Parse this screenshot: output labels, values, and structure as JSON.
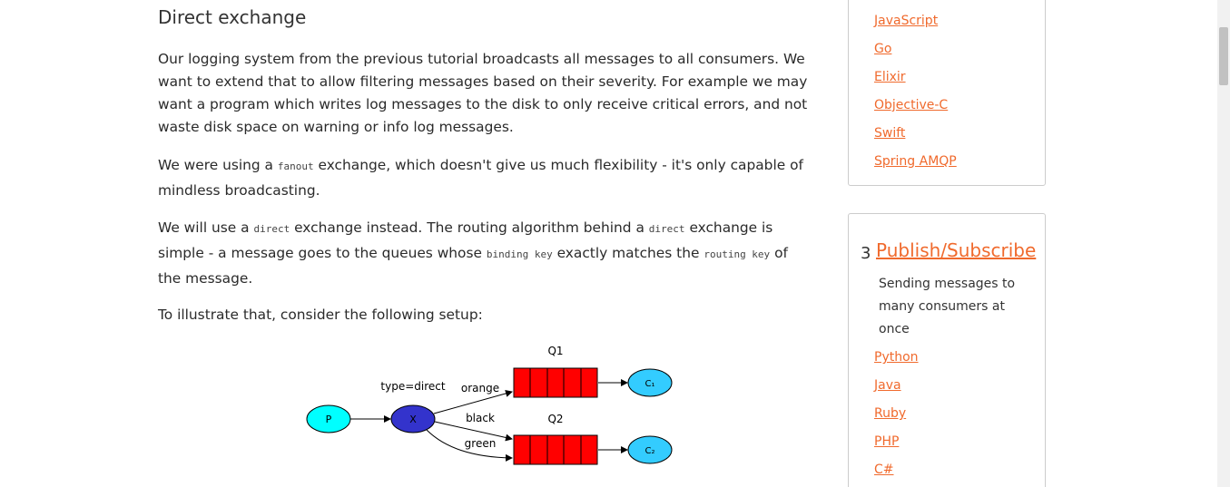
{
  "article": {
    "heading": "Direct exchange",
    "p1": "Our logging system from the previous tutorial broadcasts all messages to all consumers. We want to extend that to allow filtering messages based on their severity. For example we may want a program which writes log messages to the disk to only receive critical errors, and not waste disk space on warning or info log messages.",
    "p2_before": "We were using a ",
    "p2_code": "fanout",
    "p2_after": " exchange, which doesn't give us much flexibility - it's only capable of mindless broadcasting.",
    "p3_a": "We will use a ",
    "p3_code1": "direct",
    "p3_b": " exchange instead. The routing algorithm behind a ",
    "p3_code2": "direct",
    "p3_c": " exchange is simple - a message goes to the queues whose ",
    "p3_code3": "binding key",
    "p3_d": " exactly matches the ",
    "p3_code4": "routing key",
    "p3_e": " of the message.",
    "p4": "To illustrate that, consider the following setup:"
  },
  "diagram": {
    "producer": "P",
    "exchange": "X",
    "exchange_type": "type=direct",
    "queue1": "Q1",
    "queue2": "Q2",
    "binding_orange": "orange",
    "binding_black": "black",
    "binding_green": "green",
    "consumer1": "C₁",
    "consumer2": "C₂",
    "colors": {
      "producer": "#00ffff",
      "exchange": "#3333cc",
      "queue": "#ff0000",
      "consumer": "#33ccff"
    }
  },
  "sidebar": {
    "box1_links": [
      "JavaScript",
      "Go",
      "Elixir",
      "Objective-C",
      "Swift",
      "Spring AMQP"
    ],
    "section3": {
      "number": "3",
      "title": "Publish/Subscribe",
      "description": "Sending messages to many consumers at once",
      "links": [
        "Python",
        "Java",
        "Ruby",
        "PHP",
        "C#"
      ]
    }
  }
}
